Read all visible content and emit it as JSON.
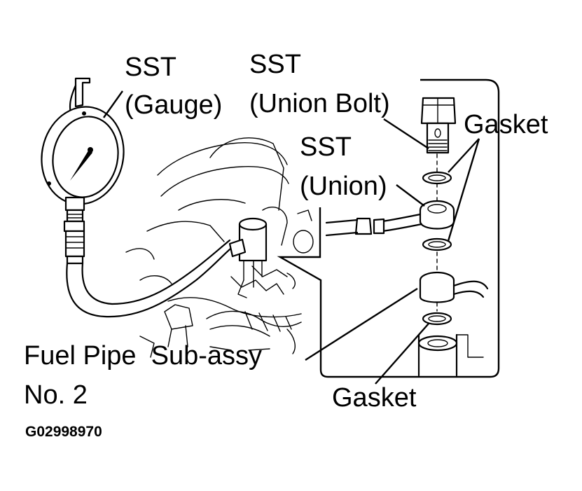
{
  "labels": {
    "sst_gauge_line1": "SST",
    "sst_gauge_line2": "(Gauge)",
    "sst_union_bolt_line1": "SST",
    "sst_union_bolt_line2": "(Union Bolt)",
    "sst_union_line1": "SST",
    "sst_union_line2": "(Union)",
    "gasket_upper": "Gasket",
    "gasket_lower": "Gasket",
    "fuel_pipe_line1": "Fuel Pipe  Sub-assy",
    "fuel_pipe_line2": "No. 2",
    "figure_code": "G02998970"
  },
  "colors": {
    "ink": "#000000",
    "paper": "#ffffff"
  }
}
